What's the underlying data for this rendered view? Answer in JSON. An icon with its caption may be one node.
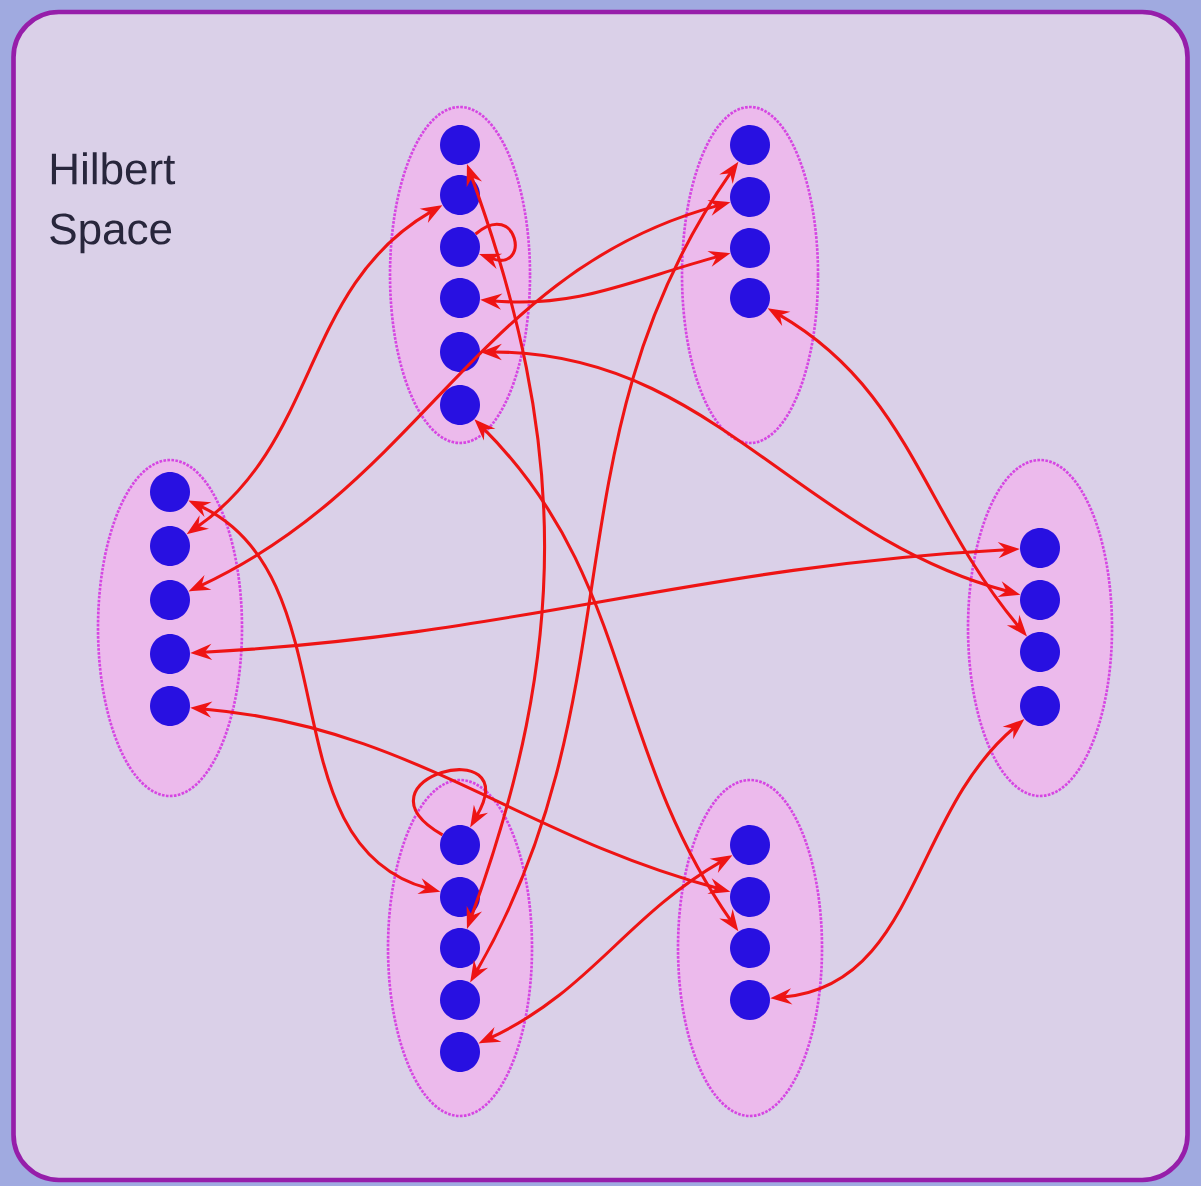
{
  "diagram": {
    "nodes": [
      {
        "text": [
          "Hilbert Space"
        ]
      },
      {
        "text": [],
        "shape": "ellipse",
        "in": 0
      },
      {
        "text": [],
        "shape": "circle",
        "in": 1
      },
      {
        "text": [],
        "shape": "circle",
        "in": 1
      },
      {
        "text": [],
        "shape": "circle",
        "in": 1
      },
      {
        "text": [],
        "shape": "circle",
        "in": 1
      },
      {
        "text": [],
        "shape": "circle",
        "in": 1
      },
      {
        "text": [],
        "shape": "circle",
        "in": 1
      },
      {
        "text": [],
        "shape": "ellipse",
        "in": 0
      },
      {
        "text": [],
        "shape": "circle",
        "in": 8
      },
      {
        "text": [],
        "shape": "circle",
        "in": 8
      },
      {
        "text": [],
        "shape": "circle",
        "in": 8
      },
      {
        "text": [],
        "shape": "circle",
        "in": 8
      },
      {
        "text": [],
        "shape": "ellipse",
        "in": 0
      },
      {
        "text": [],
        "shape": "circle",
        "in": 13
      },
      {
        "text": [],
        "shape": "circle",
        "in": 13
      },
      {
        "text": [],
        "shape": "circle",
        "in": 13
      },
      {
        "text": [],
        "shape": "circle",
        "in": 13
      },
      {
        "text": [],
        "shape": "circle",
        "in": 13
      },
      {
        "text": [],
        "shape": "ellipse",
        "in": 0
      },
      {
        "text": [],
        "shape": "circle",
        "in": 19
      },
      {
        "text": [],
        "shape": "circle",
        "in": 19
      },
      {
        "text": [],
        "shape": "circle",
        "in": 19
      },
      {
        "text": [],
        "shape": "circle",
        "in": 19
      },
      {
        "text": [],
        "shape": "ellipse",
        "in": 0
      },
      {
        "text": [],
        "shape": "circle",
        "in": 24
      },
      {
        "text": [],
        "shape": "circle",
        "in": 24
      },
      {
        "text": [],
        "shape": "circle",
        "in": 24
      },
      {
        "text": [],
        "shape": "circle",
        "in": 24
      },
      {
        "text": [],
        "shape": "circle",
        "in": 24
      },
      {
        "text": [],
        "shape": "ellipse",
        "in": 0
      },
      {
        "text": [],
        "shape": "circle",
        "in": 30
      },
      {
        "text": [],
        "shape": "circle",
        "in": 30
      },
      {
        "text": [],
        "shape": "circle",
        "in": 30
      },
      {
        "text": [],
        "shape": "circle",
        "in": 30
      }
    ],
    "edges": [
      {
        "from": 15,
        "to": 3,
        "arrow": "both"
      },
      {
        "from": 14,
        "to": 26,
        "arrow": "both"
      },
      {
        "from": 16,
        "to": 10,
        "arrow": "both"
      },
      {
        "from": 17,
        "to": 20,
        "arrow": "both"
      },
      {
        "from": 18,
        "to": 32,
        "arrow": "both"
      },
      {
        "from": 4,
        "to": 4,
        "arrow": "to"
      },
      {
        "from": 5,
        "to": 11,
        "arrow": "both"
      },
      {
        "from": 6,
        "to": 21,
        "arrow": "both"
      },
      {
        "from": 12,
        "to": 22,
        "arrow": "both"
      },
      {
        "from": 2,
        "to": 27,
        "arrow": "both"
      },
      {
        "from": 9,
        "to": 28,
        "arrow": "both"
      },
      {
        "from": 7,
        "to": 33,
        "arrow": "both"
      },
      {
        "from": 25,
        "to": 25,
        "arrow": "to"
      },
      {
        "from": 29,
        "to": 31,
        "arrow": "both"
      },
      {
        "from": 34,
        "to": 23,
        "arrow": "both"
      }
    ]
  }
}
